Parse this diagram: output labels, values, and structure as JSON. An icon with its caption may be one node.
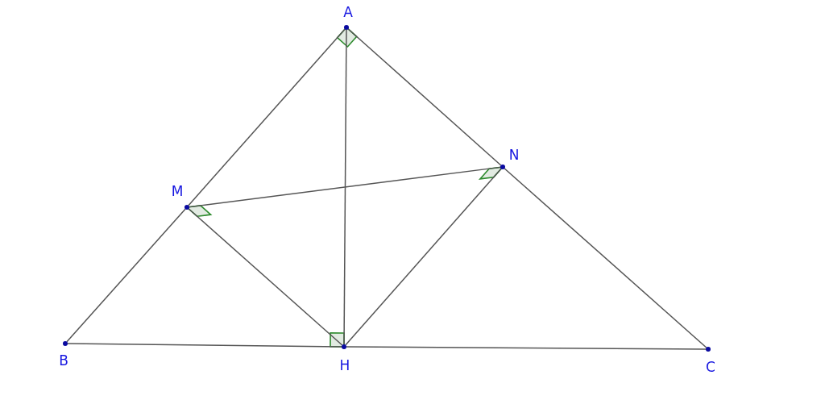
{
  "diagram": {
    "nodes": [
      {
        "text": [
          "A"
        ]
      },
      {
        "text": [
          "M"
        ]
      },
      {
        "text": [
          "N"
        ]
      },
      {
        "text": [
          "B"
        ]
      },
      {
        "text": [
          "H"
        ]
      },
      {
        "text": [
          "C"
        ]
      }
    ],
    "edges": [
      {
        "from": 0,
        "to": 1,
        "arrow": "none"
      },
      {
        "from": 1,
        "to": 3,
        "arrow": "none"
      },
      {
        "from": 0,
        "to": 2,
        "arrow": "none"
      },
      {
        "from": 2,
        "to": 5,
        "arrow": "none"
      },
      {
        "from": 3,
        "to": 4,
        "arrow": "none"
      },
      {
        "from": 4,
        "to": 5,
        "arrow": "none"
      },
      {
        "from": 0,
        "to": 4,
        "arrow": "none"
      },
      {
        "from": 1,
        "to": 2,
        "arrow": "none"
      },
      {
        "from": 1,
        "to": 4,
        "arrow": "none"
      },
      {
        "from": 2,
        "to": 4,
        "arrow": "none"
      }
    ]
  }
}
